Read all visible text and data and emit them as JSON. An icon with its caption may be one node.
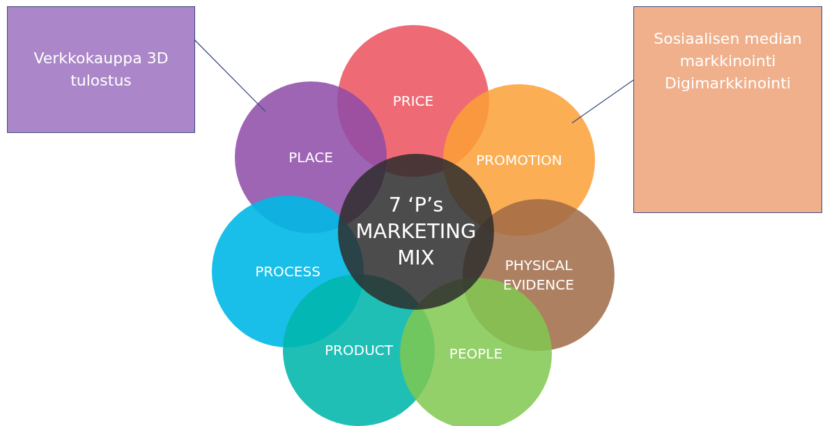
{
  "diagram": {
    "nodes": [
      {
        "text": [
          "Verkkokauppa 3D tulostus"
        ]
      },
      {
        "text": [
          "PRICE"
        ]
      },
      {
        "text": [
          "PLACE"
        ]
      },
      {
        "text": [
          "PROMOTION"
        ]
      },
      {
        "text": [
          "7 ‘P’s MARKETING MIX"
        ]
      },
      {
        "text": [
          "PHYSICAL EVIDENCE"
        ]
      },
      {
        "text": [
          "PROCESS"
        ]
      },
      {
        "text": [
          "PRODUCT"
        ]
      },
      {
        "text": [
          "PEOPLE"
        ]
      },
      {
        "text": [
          "Sosiaalisen median markkinointi",
          "Digimarkkinointi"
        ]
      }
    ],
    "edges": [
      {
        "from": 0,
        "to": 2,
        "arrow": "none"
      },
      {
        "from": 9,
        "to": 3,
        "arrow": "none"
      }
    ]
  }
}
